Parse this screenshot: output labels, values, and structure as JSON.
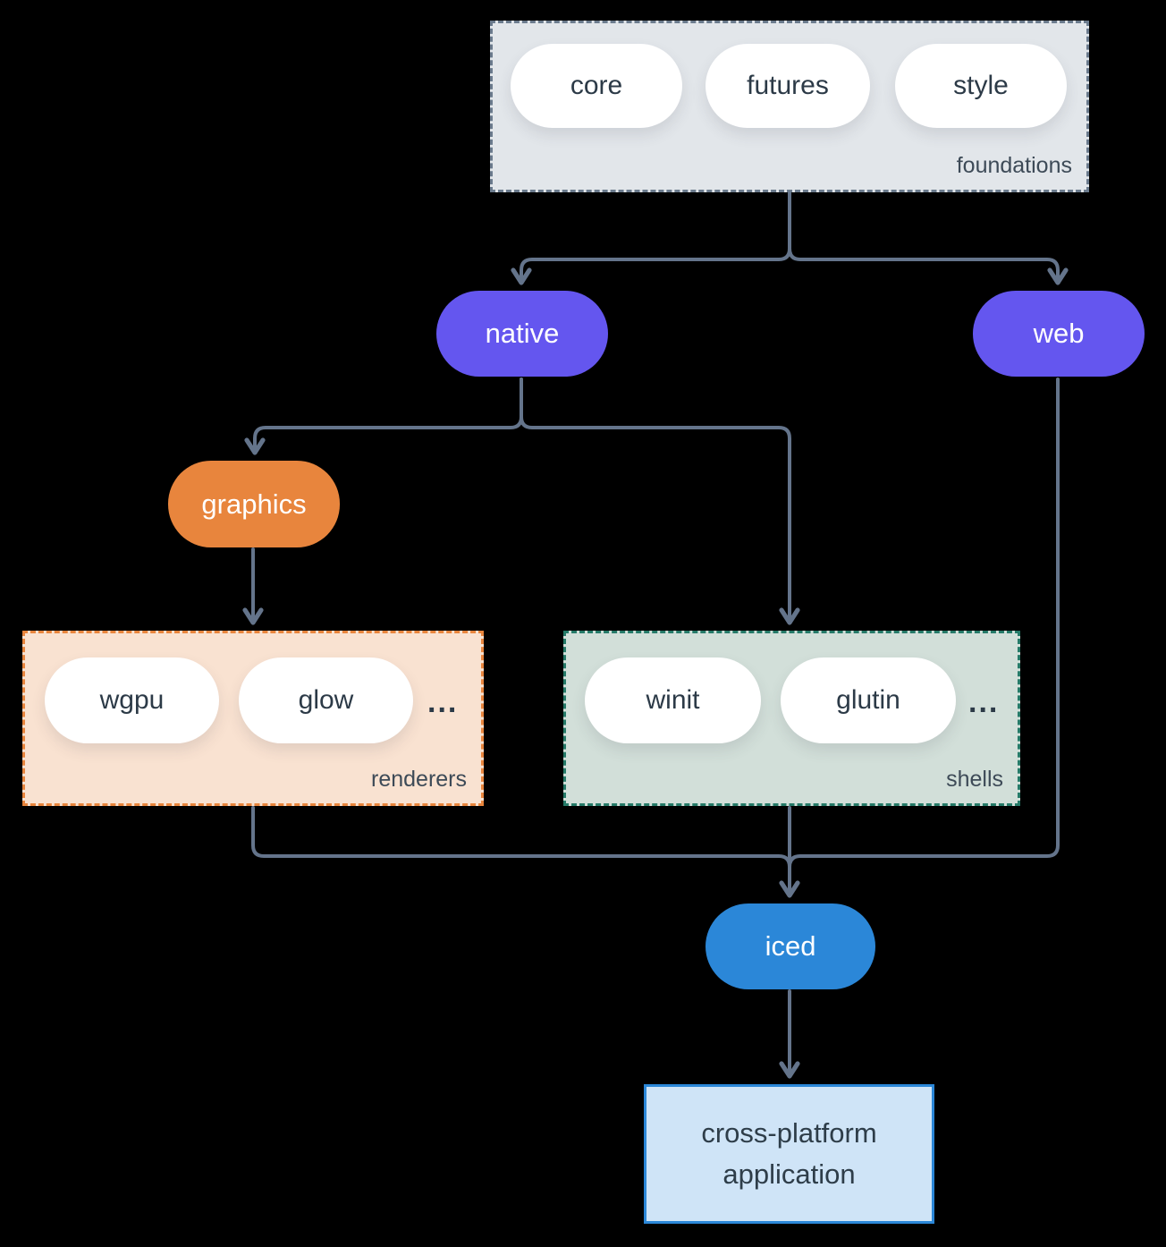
{
  "diagram": {
    "description": "iced crate ecosystem architecture diagram",
    "colors": {
      "background": "#000000",
      "arrow": "#64748b",
      "purple_node": "#6456ef",
      "orange_node": "#e8853d",
      "blue_node": "#2b87d8",
      "foundations_fill": "#e2e6ea",
      "foundations_border": "#6b7b8d",
      "renderers_fill": "#f9e2d1",
      "renderers_border": "#e8853d",
      "shells_fill": "#d2dfd9",
      "shells_border": "#257a68",
      "application_fill": "#cfe4f7",
      "application_border": "#2b87d8",
      "pill_fill": "#ffffff",
      "dark_text": "#2c3a47"
    },
    "groups": {
      "foundations": {
        "label": "foundations",
        "items": [
          "core",
          "futures",
          "style"
        ]
      },
      "renderers": {
        "label": "renderers",
        "items": [
          "wgpu",
          "glow"
        ],
        "more": "..."
      },
      "shells": {
        "label": "shells",
        "items": [
          "winit",
          "glutin"
        ],
        "more": "..."
      }
    },
    "nodes": {
      "core": {
        "label": "core"
      },
      "futures": {
        "label": "futures"
      },
      "style": {
        "label": "style"
      },
      "native": {
        "label": "native"
      },
      "web": {
        "label": "web"
      },
      "graphics": {
        "label": "graphics"
      },
      "wgpu": {
        "label": "wgpu"
      },
      "glow": {
        "label": "glow"
      },
      "winit": {
        "label": "winit"
      },
      "glutin": {
        "label": "glutin"
      },
      "iced": {
        "label": "iced"
      },
      "application": {
        "label": "cross-platform application"
      }
    },
    "edges": [
      [
        "foundations",
        "native"
      ],
      [
        "foundations",
        "web"
      ],
      [
        "native",
        "graphics"
      ],
      [
        "native",
        "shells"
      ],
      [
        "graphics",
        "renderers"
      ],
      [
        "renderers",
        "iced"
      ],
      [
        "shells",
        "iced"
      ],
      [
        "web",
        "iced"
      ],
      [
        "iced",
        "application"
      ]
    ]
  }
}
